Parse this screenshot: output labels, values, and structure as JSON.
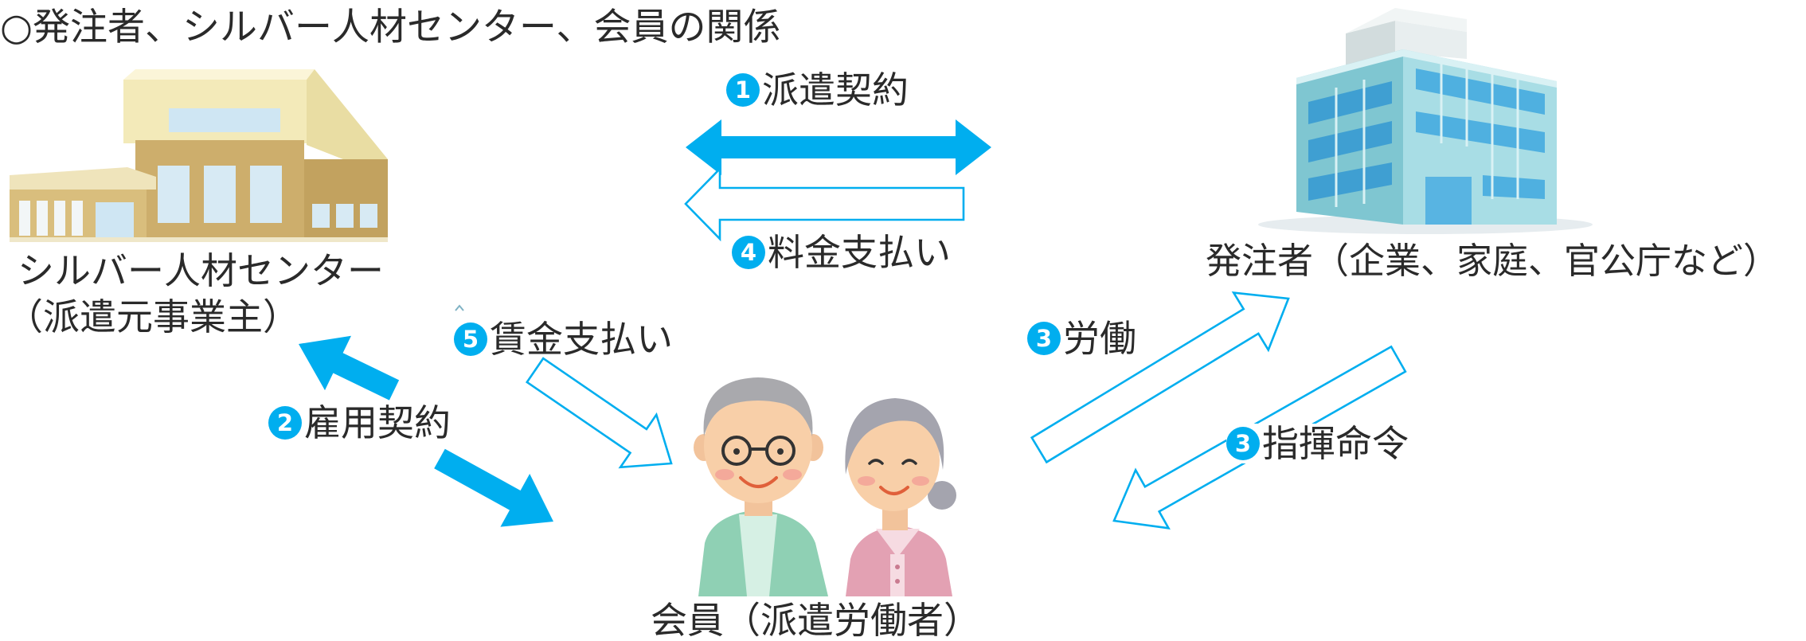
{
  "title": "○発注者、シルバー人材センター、会員の関係",
  "colors": {
    "accent": "#00aeef",
    "text": "#2a2a2a",
    "background": "#ffffff"
  },
  "parties": {
    "silver_center": {
      "name": "シルバー人材センター",
      "role": "（派遣元事業主）",
      "icon": "school-building-icon"
    },
    "client": {
      "name": "発注者（企業、家庭、官公庁など）",
      "icon": "office-building-icon"
    },
    "member": {
      "name": "会員（派遣労働者）",
      "icon": "elderly-couple-icon"
    }
  },
  "relations": {
    "dispatch_contract": {
      "number": "1",
      "text": "派遣契約"
    },
    "fee_payment": {
      "number": "4",
      "text": "料金支払い"
    },
    "employment_contract": {
      "number": "2",
      "text": "雇用契約"
    },
    "wage_payment": {
      "number": "5",
      "text": "賃金支払い"
    },
    "labor": {
      "number": "3",
      "text": "労働"
    },
    "command": {
      "number": "3",
      "text": "指揮命令"
    }
  }
}
